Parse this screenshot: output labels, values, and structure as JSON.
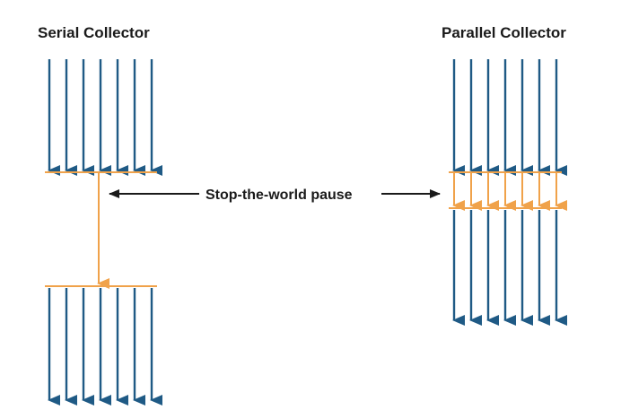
{
  "serial": {
    "title": "Serial Collector",
    "threads_before": 7,
    "threads_after": 7,
    "gc_threads": 1
  },
  "parallel": {
    "title": "Parallel Collector",
    "threads_before": 7,
    "threads_after": 7,
    "gc_threads": 7
  },
  "pause_label": "Stop-the-world pause",
  "colors": {
    "app_thread": "#1f5a85",
    "gc_thread": "#f0a24a",
    "text": "#1a1a1a",
    "background": "#ffffff"
  }
}
